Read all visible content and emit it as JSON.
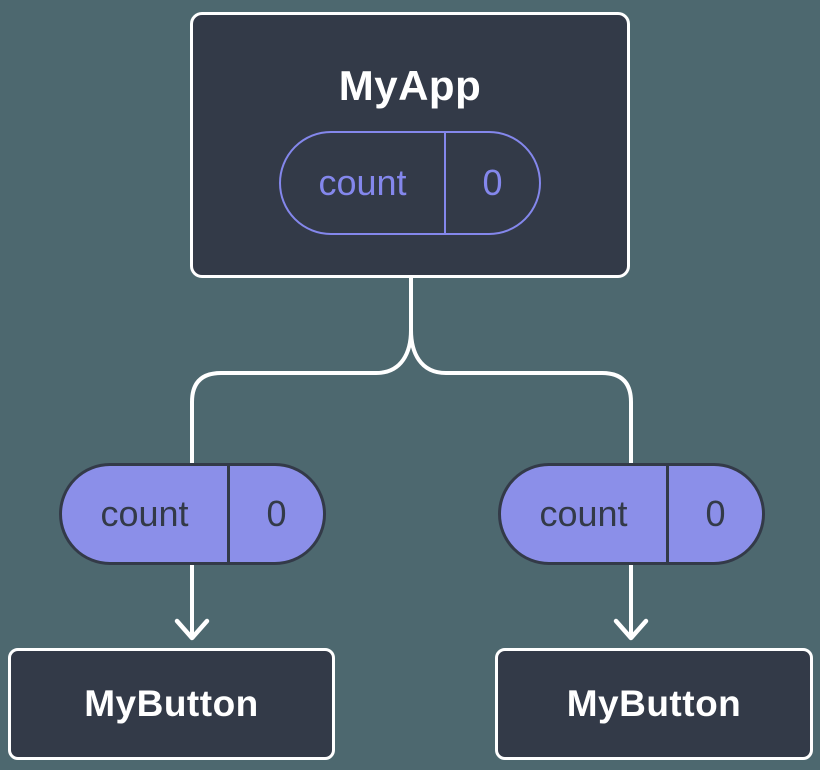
{
  "diagram": {
    "type": "component-tree",
    "root": {
      "title": "MyApp",
      "prop": {
        "name": "count",
        "value": "0"
      }
    },
    "children": [
      {
        "title": "MyButton",
        "prop": {
          "name": "count",
          "value": "0"
        }
      },
      {
        "title": "MyButton",
        "prop": {
          "name": "count",
          "value": "0"
        }
      }
    ],
    "colors": {
      "background": "#4d686f",
      "node_fill": "#333a48",
      "node_border": "#ffffff",
      "pill_fill": "#8b8fe9",
      "pill_outline": "#8487ec",
      "pill_dark_text": "#333a48",
      "connector": "#ffffff"
    }
  }
}
